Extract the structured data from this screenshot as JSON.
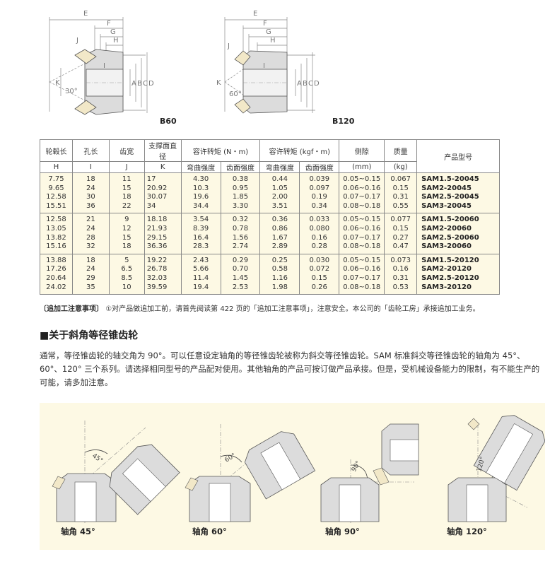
{
  "diagrams": {
    "b60": {
      "name": "B60",
      "dim_letters": [
        "E",
        "F",
        "G",
        "H",
        "I",
        "J",
        "K",
        "A",
        "B",
        "C",
        "D"
      ],
      "angle_label": "30°"
    },
    "b120": {
      "name": "B120",
      "dim_letters": [
        "E",
        "F",
        "G",
        "H",
        "I",
        "J",
        "K",
        "A",
        "B",
        "C",
        "D"
      ],
      "angle_label": "60°"
    }
  },
  "table": {
    "headers": {
      "hub_length": "轮毂长",
      "bore": "孔长",
      "face_width": "齿宽",
      "mounting": "支撑面直径",
      "torque_nm": "容许转矩 (N・m)",
      "torque_kgf": "容许转矩 (kgf・m)",
      "backlash": "侧隙",
      "mass": "质量",
      "model": "产品型号",
      "sym_h": "H",
      "sym_i": "I",
      "sym_j": "J",
      "sym_k": "K",
      "bending1": "弯曲强度",
      "surface1": "齿面强度",
      "bending2": "弯曲强度",
      "surface2": "齿面强度",
      "unit_mm": "(mm)",
      "unit_kg": "(kg)"
    },
    "groups": [
      {
        "H": [
          "7.75",
          "9.65",
          "12.58",
          "15.51"
        ],
        "I": [
          "18",
          "24",
          "30",
          "36"
        ],
        "J": [
          "11",
          "15",
          "18",
          "22"
        ],
        "K": [
          "17",
          "20.92",
          "30.07",
          "34"
        ],
        "bend_nm": [
          "4.30",
          "10.3",
          "19.6",
          "34.4"
        ],
        "surf_nm": [
          "0.38",
          "0.95",
          "1.85",
          "3.30"
        ],
        "bend_kgf": [
          "0.44",
          "1.05",
          "2.00",
          "3.51"
        ],
        "surf_kgf": [
          "0.039",
          "0.097",
          "0.19",
          "0.34"
        ],
        "backlash": [
          "0.05~0.15",
          "0.06~0.16",
          "0.07~0.17",
          "0.08~0.18"
        ],
        "mass": [
          "0.067",
          "0.15",
          "0.31",
          "0.55"
        ],
        "model": [
          "SAM1.5-20045",
          "SAM2-20045",
          "SAM2.5-20045",
          "SAM3-20045"
        ]
      },
      {
        "H": [
          "12.58",
          "13.05",
          "13.82",
          "15.16"
        ],
        "I": [
          "21",
          "24",
          "28",
          "32"
        ],
        "J": [
          "9",
          "12",
          "15",
          "18"
        ],
        "K": [
          "18.18",
          "21.93",
          "29.15",
          "36.36"
        ],
        "bend_nm": [
          "3.54",
          "8.39",
          "16.4",
          "28.3"
        ],
        "surf_nm": [
          "0.32",
          "0.78",
          "1.56",
          "2.74"
        ],
        "bend_kgf": [
          "0.36",
          "0.86",
          "1.67",
          "2.89"
        ],
        "surf_kgf": [
          "0.033",
          "0.080",
          "0.16",
          "0.28"
        ],
        "backlash": [
          "0.05~0.15",
          "0.06~0.16",
          "0.07~0.17",
          "0.08~0.18"
        ],
        "mass": [
          "0.077",
          "0.15",
          "0.27",
          "0.47"
        ],
        "model": [
          "SAM1.5-20060",
          "SAM2-20060",
          "SAM2.5-20060",
          "SAM3-20060"
        ]
      },
      {
        "H": [
          "13.88",
          "17.26",
          "20.64",
          "24.02"
        ],
        "I": [
          "18",
          "24",
          "29",
          "35"
        ],
        "J": [
          "5",
          "6.5",
          "8.5",
          "10"
        ],
        "K": [
          "19.22",
          "26.78",
          "32.03",
          "39.59"
        ],
        "bend_nm": [
          "2.43",
          "5.66",
          "11.4",
          "19.4"
        ],
        "surf_nm": [
          "0.29",
          "0.70",
          "1.45",
          "2.53"
        ],
        "bend_kgf": [
          "0.25",
          "0.58",
          "1.16",
          "1.98"
        ],
        "surf_kgf": [
          "0.030",
          "0.072",
          "0.15",
          "0.26"
        ],
        "backlash": [
          "0.05~0.15",
          "0.06~0.16",
          "0.07~0.17",
          "0.08~0.18"
        ],
        "mass": [
          "0.073",
          "0.16",
          "0.31",
          "0.53"
        ],
        "model": [
          "SAM1.5-20120",
          "SAM2-20120",
          "SAM2.5-20120",
          "SAM3-20120"
        ]
      }
    ]
  },
  "note": {
    "label": "〔追加工注意事项〕",
    "text": "①对产品做追加工前，请首先阅读第 422 页的「追加工注意事项」，注意安全。本公司的「齿轮工房」承接追加工业务。"
  },
  "section": {
    "heading": "■关于斜角等径锥齿轮",
    "paragraph": "通常，等径锥齿轮的轴交角为 90°。可以任意设定轴角的等径锥齿轮被称为斜交等径锥齿轮。SAM 标准斜交等径锥齿轮的轴角为 45°、60°、120° 三个系列。请选择相同型号的产品配对使用。其他轴角的产品可按订做产品承接。但是，受机械设备能力的限制，有不能生产的可能，请多加注意。"
  },
  "angles": [
    {
      "caption": "轴角 45°",
      "angle": "45°"
    },
    {
      "caption": "轴角 60°",
      "angle": "60°"
    },
    {
      "caption": "轴角 90°",
      "angle": "90°"
    },
    {
      "caption": "轴角 120°",
      "angle": "120°"
    }
  ],
  "colors": {
    "panel_bg": "#fdf9e4",
    "gear_fill": "#dcdcdc",
    "gear_stroke": "#555555",
    "tooth_fill": "#f2e8c8"
  }
}
